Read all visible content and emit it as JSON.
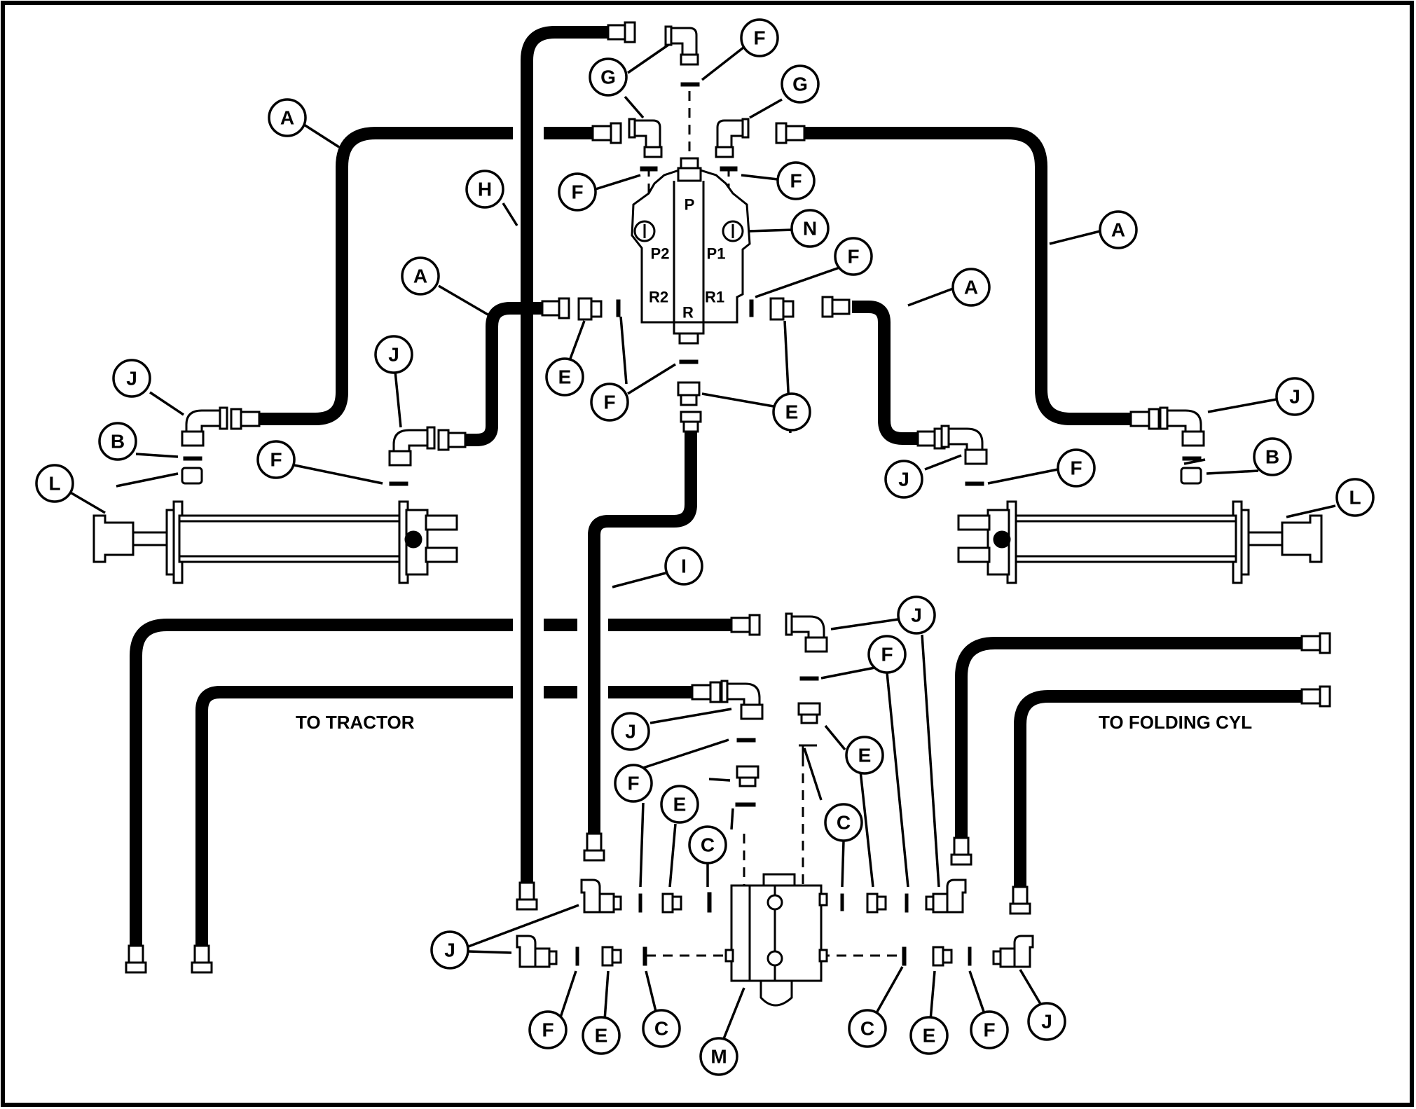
{
  "diagram": {
    "captions": {
      "to_tractor": "TO TRACTOR",
      "to_folding_cyl": "TO FOLDING CYL"
    },
    "valve_ports": {
      "p": "P",
      "p1": "P1",
      "p2": "P2",
      "r": "R",
      "r1": "R1",
      "r2": "R2"
    },
    "callouts": {
      "a": "A",
      "b": "B",
      "c": "C",
      "e": "E",
      "f": "F",
      "g": "G",
      "h": "H",
      "i": "I",
      "j": "J",
      "l": "L",
      "m": "M",
      "n": "N"
    }
  }
}
